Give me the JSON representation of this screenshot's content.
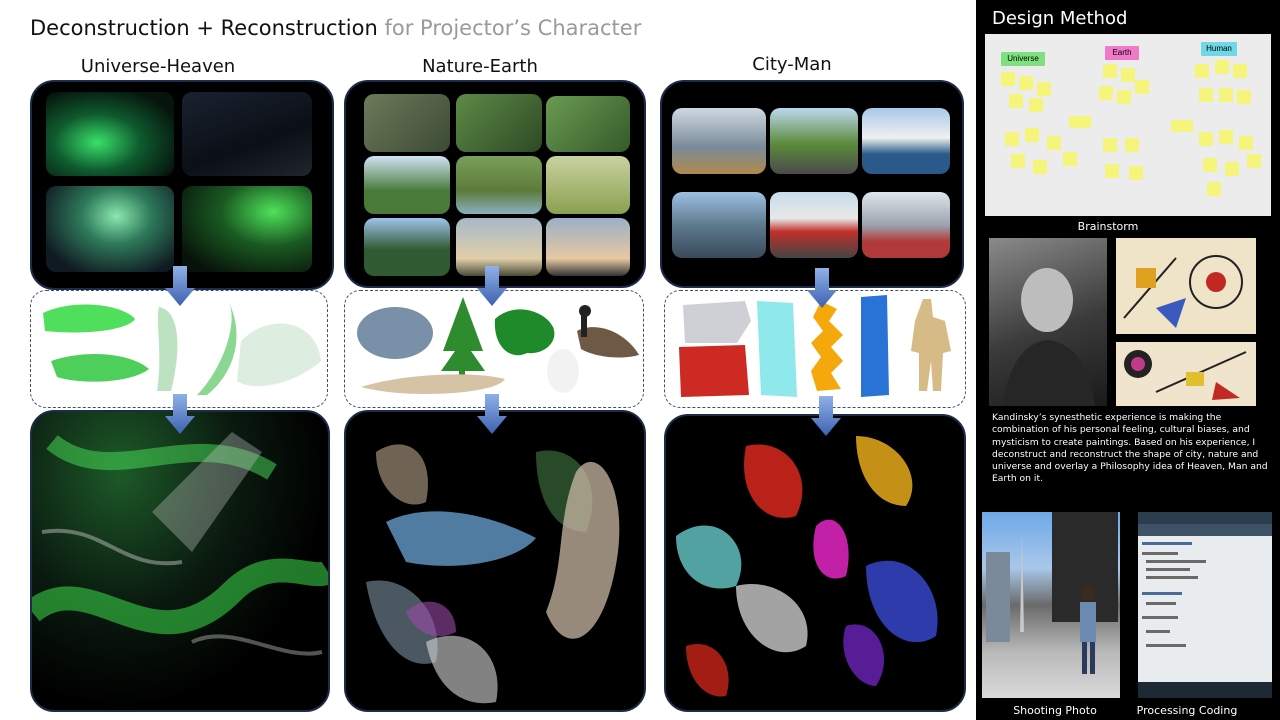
{
  "title": {
    "main": "Deconstruction + Reconstruction",
    "sub": "for Projector’s Character"
  },
  "columns": [
    {
      "heading": "Universe-Heaven"
    },
    {
      "heading": "Nature-Earth"
    },
    {
      "heading": "City-Man"
    }
  ],
  "sidebar": {
    "title": "Design Method",
    "brainstorm_caption": "Brainstorm",
    "sticky_labels": [
      "Universe",
      "Earth",
      "Human"
    ],
    "description": "Kandinsky’s synesthetic experience is making the combination of his personal feeling, cultural biases, and mysticism to create paintings. Based on his experience, I deconstruct and reconstruct the shape of city, nature and universe and overlay a Philosophy idea of Heaven, Man and Earth on it.",
    "photo_caption": "Shooting Photo",
    "coding_caption": "Processing Coding"
  },
  "colors": {
    "panel": "#000000",
    "border": "#1d2b4a",
    "arrow": "#5b7fc7",
    "aurora": "#3ddc4a",
    "sticky": "#f4f57a"
  }
}
